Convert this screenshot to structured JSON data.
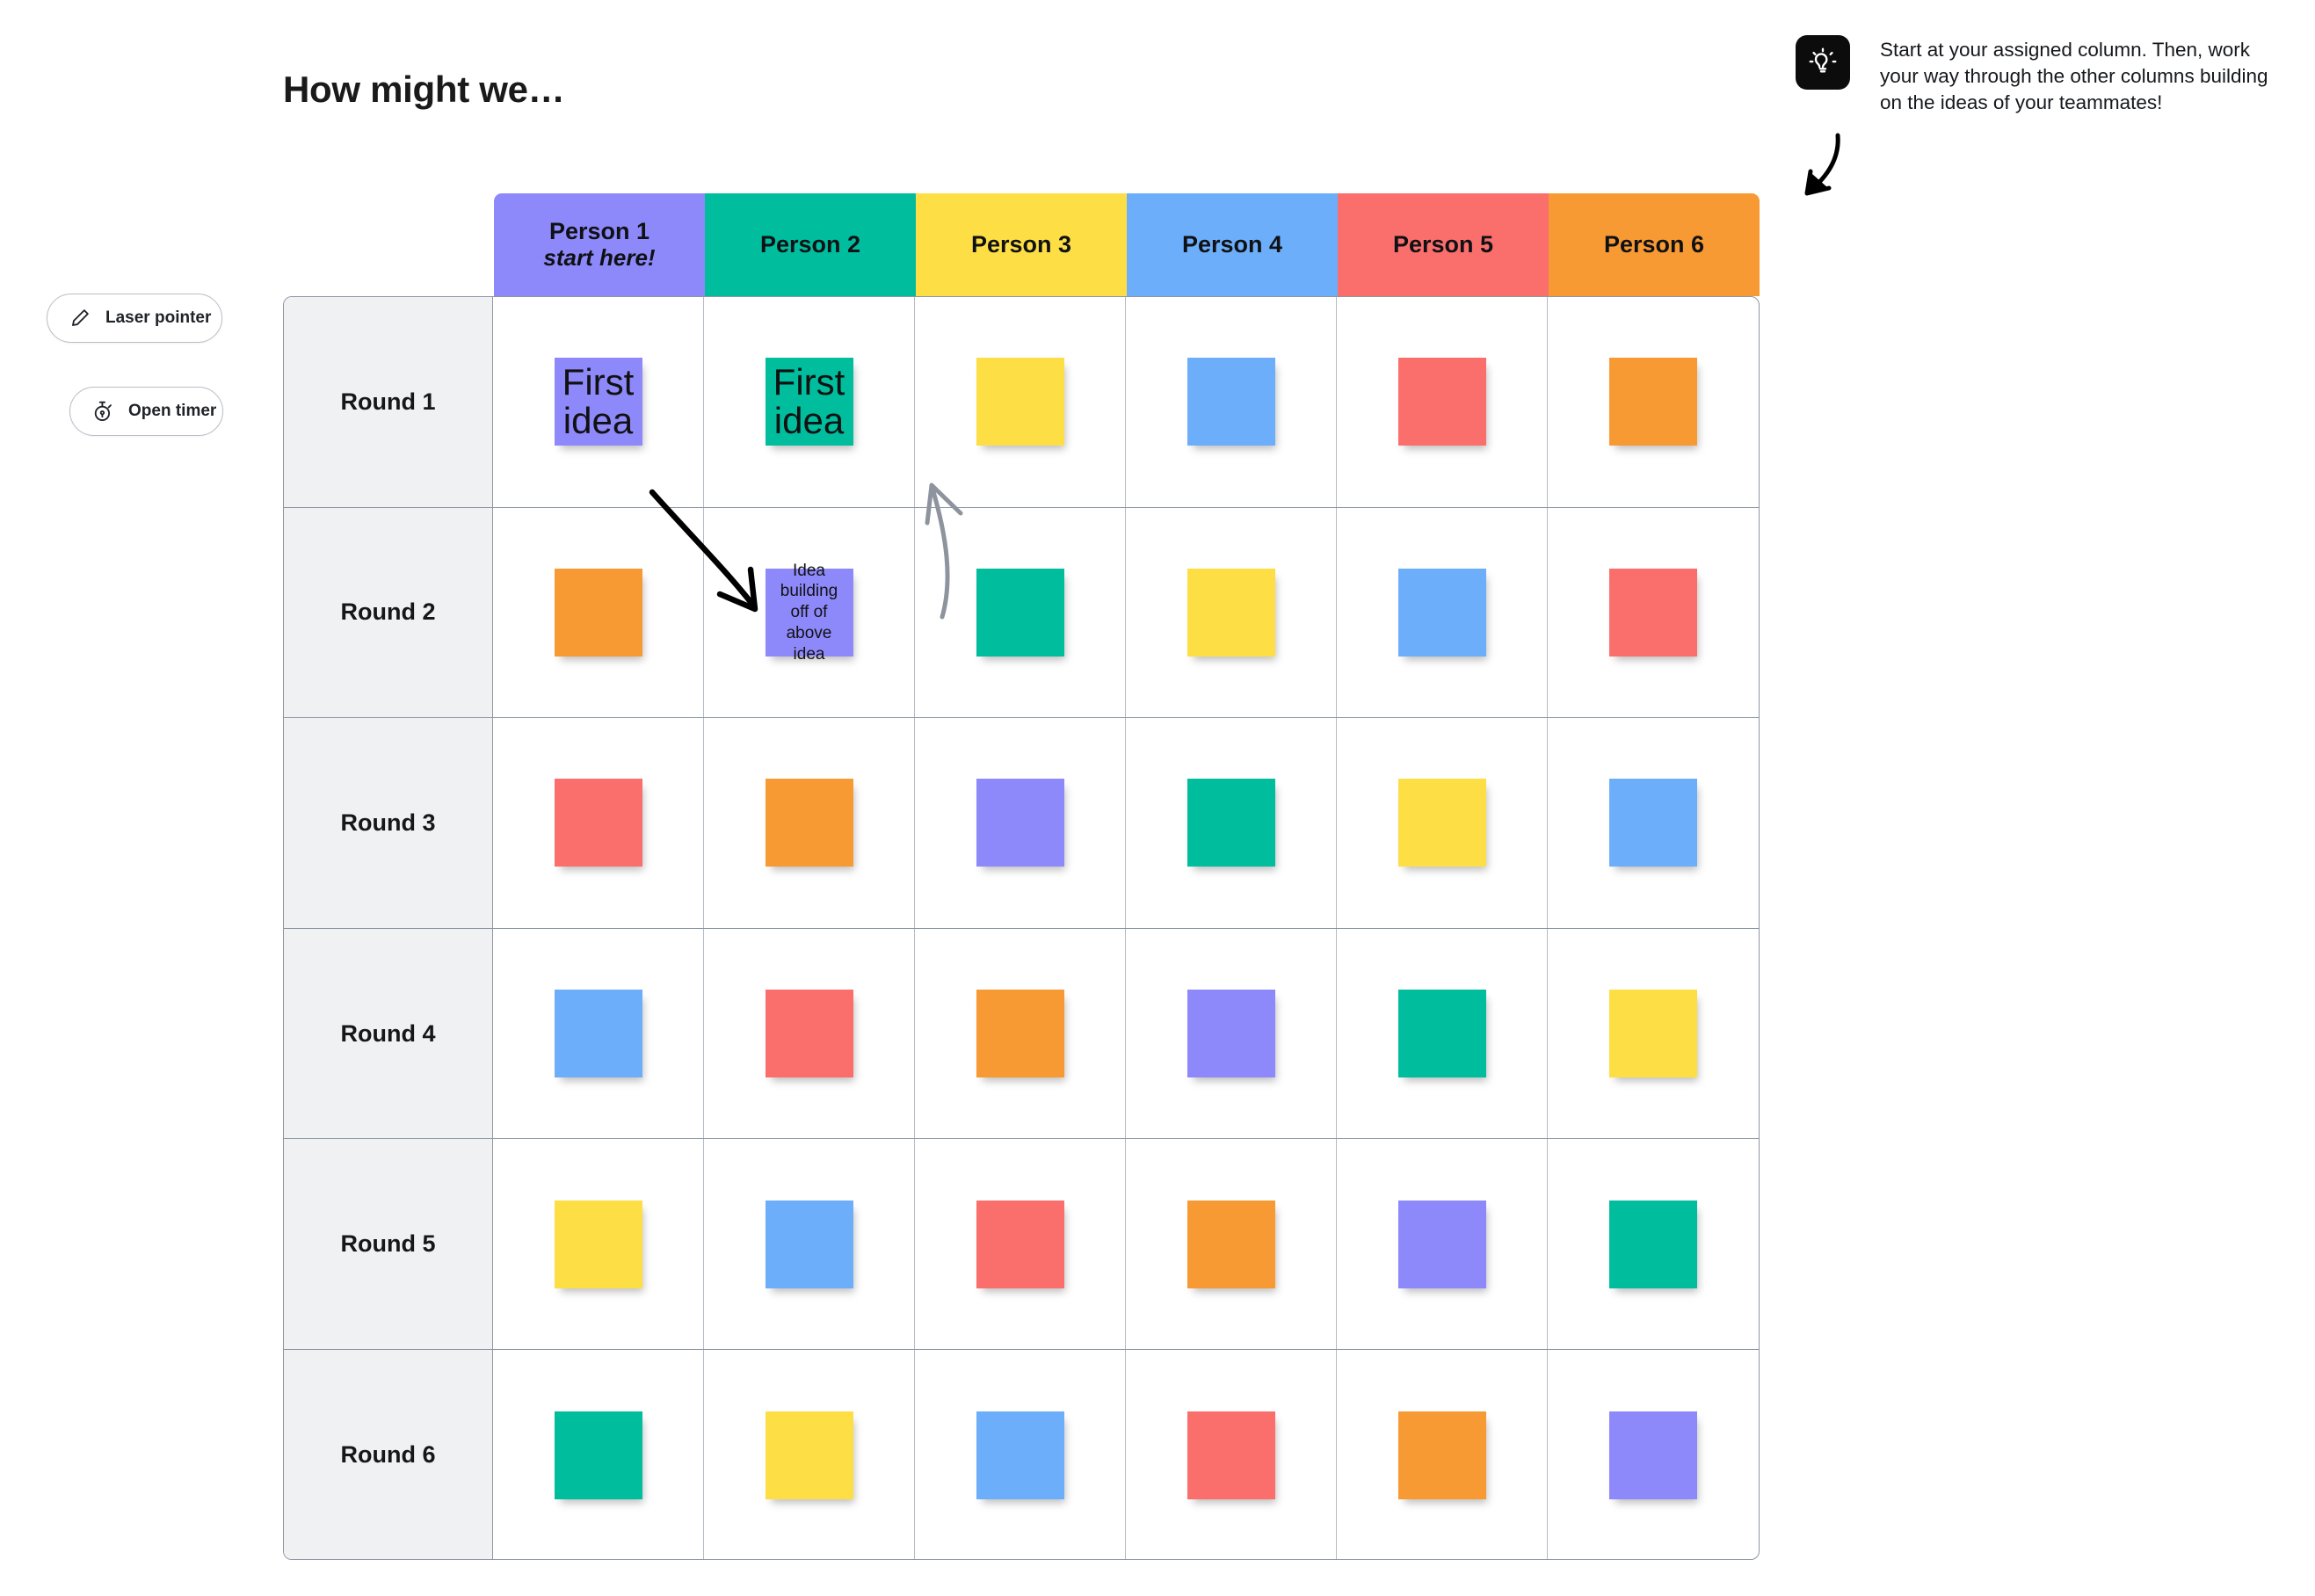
{
  "page_title": "How might we…",
  "toolbar": {
    "laser_pointer_label": "Laser pointer",
    "open_timer_label": "Open timer",
    "laser_pointer_icon": "pen-icon",
    "open_timer_icon": "stopwatch-icon"
  },
  "callout": {
    "icon": "lightbulb-icon",
    "text": "Start at your assigned column. Then, work your way through the other columns building on the ideas of your teammates!",
    "arrow_icon": "curved-arrow-down-left-icon"
  },
  "colors": {
    "purple": "#8E89FB",
    "teal": "#00BD9E",
    "yellow": "#FDDF45",
    "blue": "#6DAEFB",
    "red": "#FA6F6C",
    "orange": "#F89A33",
    "row_label_bg": "#F0F1F3",
    "grid_border": "#8D97A3",
    "cell_border": "#B6BCC4",
    "callout_icon_bg": "#0C0C0C",
    "annotation_black": "#000000",
    "annotation_gray": "#8D949E"
  },
  "grid": {
    "columns": [
      {
        "label": "Person 1",
        "sublabel": "start here!",
        "color": "#8E89FB"
      },
      {
        "label": "Person 2",
        "sublabel": "",
        "color": "#00BD9E"
      },
      {
        "label": "Person 3",
        "sublabel": "",
        "color": "#FDDF45"
      },
      {
        "label": "Person 4",
        "sublabel": "",
        "color": "#6DAEFB"
      },
      {
        "label": "Person 5",
        "sublabel": "",
        "color": "#FA6F6C"
      },
      {
        "label": "Person 6",
        "sublabel": "",
        "color": "#F89A33"
      }
    ],
    "rows": [
      {
        "label": "Round 1",
        "notes": [
          {
            "color": "#8E89FB",
            "text": "First idea",
            "size": "big"
          },
          {
            "color": "#00BD9E",
            "text": "First idea",
            "size": "big"
          },
          {
            "color": "#FDDF45",
            "text": "",
            "size": ""
          },
          {
            "color": "#6DAEFB",
            "text": "",
            "size": ""
          },
          {
            "color": "#FA6F6C",
            "text": "",
            "size": ""
          },
          {
            "color": "#F89A33",
            "text": "",
            "size": ""
          }
        ]
      },
      {
        "label": "Round 2",
        "notes": [
          {
            "color": "#F89A33",
            "text": "",
            "size": ""
          },
          {
            "color": "#8E89FB",
            "text": "Idea building off of above idea",
            "size": "small"
          },
          {
            "color": "#00BD9E",
            "text": "",
            "size": ""
          },
          {
            "color": "#FDDF45",
            "text": "",
            "size": ""
          },
          {
            "color": "#6DAEFB",
            "text": "",
            "size": ""
          },
          {
            "color": "#FA6F6C",
            "text": "",
            "size": ""
          }
        ]
      },
      {
        "label": "Round 3",
        "notes": [
          {
            "color": "#FA6F6C",
            "text": "",
            "size": ""
          },
          {
            "color": "#F89A33",
            "text": "",
            "size": ""
          },
          {
            "color": "#8E89FB",
            "text": "",
            "size": ""
          },
          {
            "color": "#00BD9E",
            "text": "",
            "size": ""
          },
          {
            "color": "#FDDF45",
            "text": "",
            "size": ""
          },
          {
            "color": "#6DAEFB",
            "text": "",
            "size": ""
          }
        ]
      },
      {
        "label": "Round 4",
        "notes": [
          {
            "color": "#6DAEFB",
            "text": "",
            "size": ""
          },
          {
            "color": "#FA6F6C",
            "text": "",
            "size": ""
          },
          {
            "color": "#F89A33",
            "text": "",
            "size": ""
          },
          {
            "color": "#8E89FB",
            "text": "",
            "size": ""
          },
          {
            "color": "#00BD9E",
            "text": "",
            "size": ""
          },
          {
            "color": "#FDDF45",
            "text": "",
            "size": ""
          }
        ]
      },
      {
        "label": "Round 5",
        "notes": [
          {
            "color": "#FDDF45",
            "text": "",
            "size": ""
          },
          {
            "color": "#6DAEFB",
            "text": "",
            "size": ""
          },
          {
            "color": "#FA6F6C",
            "text": "",
            "size": ""
          },
          {
            "color": "#F89A33",
            "text": "",
            "size": ""
          },
          {
            "color": "#8E89FB",
            "text": "",
            "size": ""
          },
          {
            "color": "#00BD9E",
            "text": "",
            "size": ""
          }
        ]
      },
      {
        "label": "Round 6",
        "notes": [
          {
            "color": "#00BD9E",
            "text": "",
            "size": ""
          },
          {
            "color": "#FDDF45",
            "text": "",
            "size": ""
          },
          {
            "color": "#6DAEFB",
            "text": "",
            "size": ""
          },
          {
            "color": "#FA6F6C",
            "text": "",
            "size": ""
          },
          {
            "color": "#F89A33",
            "text": "",
            "size": ""
          },
          {
            "color": "#8E89FB",
            "text": "",
            "size": ""
          }
        ]
      }
    ]
  }
}
